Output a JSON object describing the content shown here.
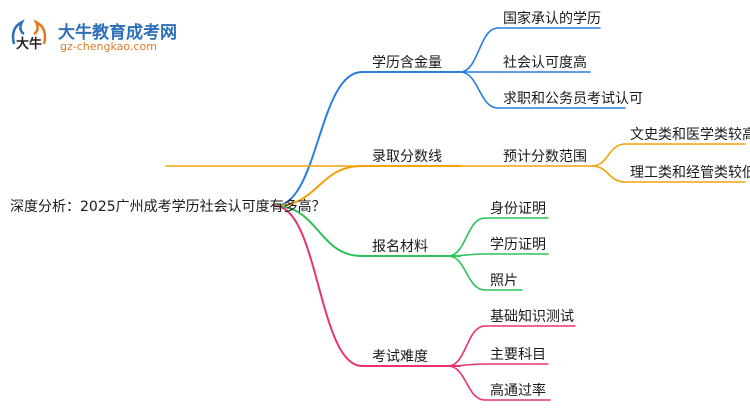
{
  "logo": {
    "name": "大牛教育成考网",
    "url": "gz-chengkao.com",
    "mark_text": "大牛"
  },
  "root": {
    "label": "深度分析：2025广州成考学历社会认可度有多高？"
  },
  "colors": {
    "branch_blue": "#2a7de1",
    "branch_orange": "#f0a30a",
    "branch_green": "#2ec35a",
    "branch_pink": "#e8336f",
    "root_to_branch": "#e8336f"
  },
  "branches": [
    {
      "label": "学历含金量",
      "color": "#2a7de1",
      "children": [
        {
          "label": "国家承认的学历"
        },
        {
          "label": "社会认可度高"
        },
        {
          "label": "求职和公务员考试认可"
        }
      ]
    },
    {
      "label": "录取分数线",
      "color": "#f0a30a",
      "children": [
        {
          "label": "预计分数范围",
          "children": [
            {
              "label": "文史类和医学类较高"
            },
            {
              "label": "理工类和经管类较低"
            }
          ]
        }
      ]
    },
    {
      "label": "报名材料",
      "color": "#2ec35a",
      "children": [
        {
          "label": "身份证明"
        },
        {
          "label": "学历证明"
        },
        {
          "label": "照片"
        }
      ]
    },
    {
      "label": "考试难度",
      "color": "#e8336f",
      "children": [
        {
          "label": "基础知识测试"
        },
        {
          "label": "主要科目"
        },
        {
          "label": "高通过率"
        }
      ]
    }
  ]
}
